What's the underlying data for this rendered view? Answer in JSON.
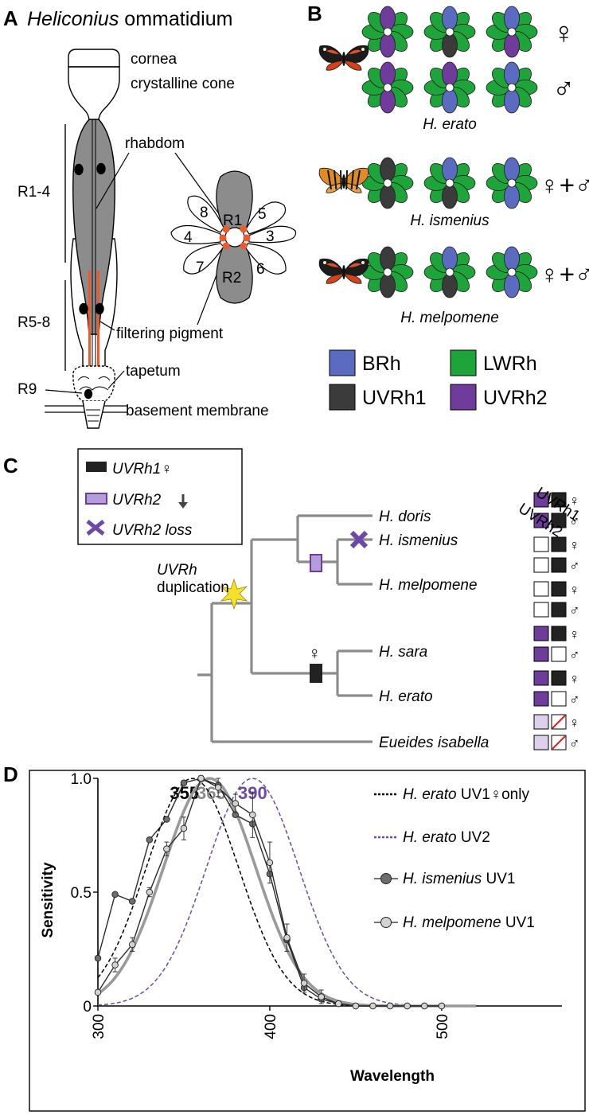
{
  "panels": {
    "a": {
      "letter": "A",
      "title_italic": "Heliconius",
      "title_rest": " ommatidium",
      "labels": {
        "cornea": "cornea",
        "crystalline_cone": "crystalline cone",
        "rhabdom": "rhabdom",
        "filtering_pigment": "filtering pigment",
        "tapetum": "tapetum",
        "basement_membrane": "basement membrane",
        "r1_4": "R1-4",
        "r5_8": "R5-8",
        "r9": "R9"
      },
      "cross_section": {
        "cells": [
          "R1",
          "5",
          "3",
          "6",
          "R2",
          "7",
          "4",
          "8"
        ]
      }
    },
    "b": {
      "letter": "B",
      "species": [
        {
          "name": "H. erato",
          "rows": [
            {
              "sex": "♀",
              "flowers": [
                {
                  "top": "UVRh2",
                  "bottom": "UVRh2"
                },
                {
                  "top": "BRh",
                  "bottom": "UVRh1"
                },
                {
                  "top": "BRh",
                  "bottom": "UVRh2"
                }
              ]
            },
            {
              "sex": "♂",
              "flowers": [
                {
                  "top": "UVRh2",
                  "bottom": "UVRh2"
                },
                {
                  "top": "UVRh2",
                  "bottom": "BRh"
                },
                {
                  "top": "BRh",
                  "bottom": "BRh"
                }
              ]
            }
          ]
        },
        {
          "name": "H. ismenius",
          "rows": [
            {
              "sex": "♀+♂",
              "flowers": [
                {
                  "top": "UVRh1",
                  "bottom": "UVRh1"
                },
                {
                  "top": "BRh",
                  "bottom": "UVRh1"
                },
                {
                  "top": "BRh",
                  "bottom": "BRh"
                }
              ]
            }
          ]
        },
        {
          "name": "H. melpomene",
          "rows": [
            {
              "sex": "♀+♂",
              "flowers": [
                {
                  "top": "UVRh1",
                  "bottom": "UVRh1"
                },
                {
                  "top": "BRh",
                  "bottom": "UVRh1"
                },
                {
                  "top": "BRh",
                  "bottom": "BRh"
                }
              ]
            }
          ]
        }
      ],
      "legend": [
        {
          "label": "BRh",
          "color": "#5b6bbf"
        },
        {
          "label": "LWRh",
          "color": "#1fa33b"
        },
        {
          "label": "UVRh1",
          "color": "#3b3b3b"
        },
        {
          "label": "UVRh2",
          "color": "#6f3c9b"
        }
      ]
    },
    "c": {
      "letter": "C",
      "legend": [
        {
          "label": "UVRh1♀",
          "mark": "black-bar"
        },
        {
          "label": "UVRh2",
          "mark": "purple-bar",
          "suffix": "down-arrow"
        },
        {
          "label": "UVRh2 loss",
          "mark": "purple-x"
        }
      ],
      "duplication_label": [
        "UVRh",
        "duplication"
      ],
      "branch_mark_female": "♀",
      "column_headers": [
        "UVRh2",
        "UVRh1"
      ],
      "taxa": [
        {
          "name": "H. doris",
          "female": [
            "present",
            "present"
          ],
          "male": [
            "present",
            "present"
          ]
        },
        {
          "name": "H. ismenius",
          "female": [
            "absent",
            "present"
          ],
          "male": [
            "absent",
            "present"
          ]
        },
        {
          "name": "H. melpomene",
          "female": [
            "absent",
            "present"
          ],
          "male": [
            "absent",
            "present"
          ]
        },
        {
          "name": "H. sara",
          "female": [
            "present",
            "present"
          ],
          "male": [
            "present",
            "absent"
          ]
        },
        {
          "name": "H. erato",
          "female": [
            "present",
            "present"
          ],
          "male": [
            "present",
            "absent"
          ]
        },
        {
          "name": "Eueides isabella",
          "female": [
            "single",
            "none"
          ],
          "male": [
            "single",
            "none"
          ]
        }
      ],
      "sex_symbols": {
        "female": "♀",
        "male": "♂"
      }
    }
  },
  "chart_data": {
    "type": "line",
    "letter": "D",
    "xlabel": "Wavelength",
    "ylabel": "Sensitivity",
    "xlim": [
      300,
      570
    ],
    "ylim": [
      0,
      1.0
    ],
    "xticks": [
      300,
      400,
      500
    ],
    "yticks": [
      0,
      0.5,
      1.0
    ],
    "ytick_labels": [
      "0",
      "0.5",
      "1.0"
    ],
    "peak_labels": [
      {
        "text": "355",
        "x": 355,
        "color": "#000000"
      },
      {
        "text": "365",
        "x": 365,
        "color": "#8a8a8a"
      },
      {
        "text": "390",
        "x": 390,
        "color": "#6a4aa6"
      }
    ],
    "templates": [
      {
        "name": "H. erato UV1♀only",
        "label_italic": "H. erato",
        "label_rest": " UV1♀only",
        "peak": 355,
        "style": "dashed",
        "color": "#000000"
      },
      {
        "name": "H. erato UV2",
        "label_italic": "H. erato",
        "label_rest": " UV2",
        "peak": 390,
        "style": "dashed",
        "color": "#6a4aa6"
      },
      {
        "name": "fit",
        "peak": 365,
        "style": "solid",
        "color": "#9a9a9a"
      }
    ],
    "series": [
      {
        "name": "H. ismenius UV1",
        "label_italic": "H. ismenius",
        "label_rest": " UV1",
        "marker_fill": "#6e6e6e",
        "x": [
          300,
          310,
          320,
          330,
          340,
          350,
          360,
          370,
          380,
          390,
          400,
          410,
          420,
          430,
          440,
          450,
          460,
          470,
          480,
          490,
          500
        ],
        "y": [
          0.21,
          0.49,
          0.46,
          0.73,
          0.82,
          0.98,
          1.0,
          0.97,
          0.84,
          0.8,
          0.58,
          0.29,
          0.08,
          0.03,
          0.01,
          0.0,
          0.0,
          0.0,
          0.0,
          0.0,
          0.0
        ]
      },
      {
        "name": "H. melpomene UV1",
        "label_italic": "H. melpomene",
        "label_rest": " UV1",
        "marker_fill": "#d3d3d3",
        "x": [
          300,
          310,
          320,
          330,
          340,
          350,
          360,
          370,
          380,
          390,
          400,
          410,
          420,
          430,
          440,
          450,
          460,
          470,
          480,
          490,
          500
        ],
        "y": [
          0.06,
          0.18,
          0.27,
          0.5,
          0.69,
          0.78,
          1.0,
          0.96,
          0.89,
          0.84,
          0.63,
          0.3,
          0.1,
          0.04,
          0.01,
          0.0,
          0.0,
          0.0,
          0.0,
          0.0,
          0.0
        ],
        "err": [
          0.01,
          0.03,
          0.03,
          0.02,
          0.03,
          0.05,
          0.01,
          0.04,
          0.04,
          0.1,
          0.09,
          0.06,
          0.04,
          0.03,
          0.01,
          0.0,
          0.0,
          0.0,
          0.0,
          0.0,
          0.0
        ]
      }
    ]
  }
}
